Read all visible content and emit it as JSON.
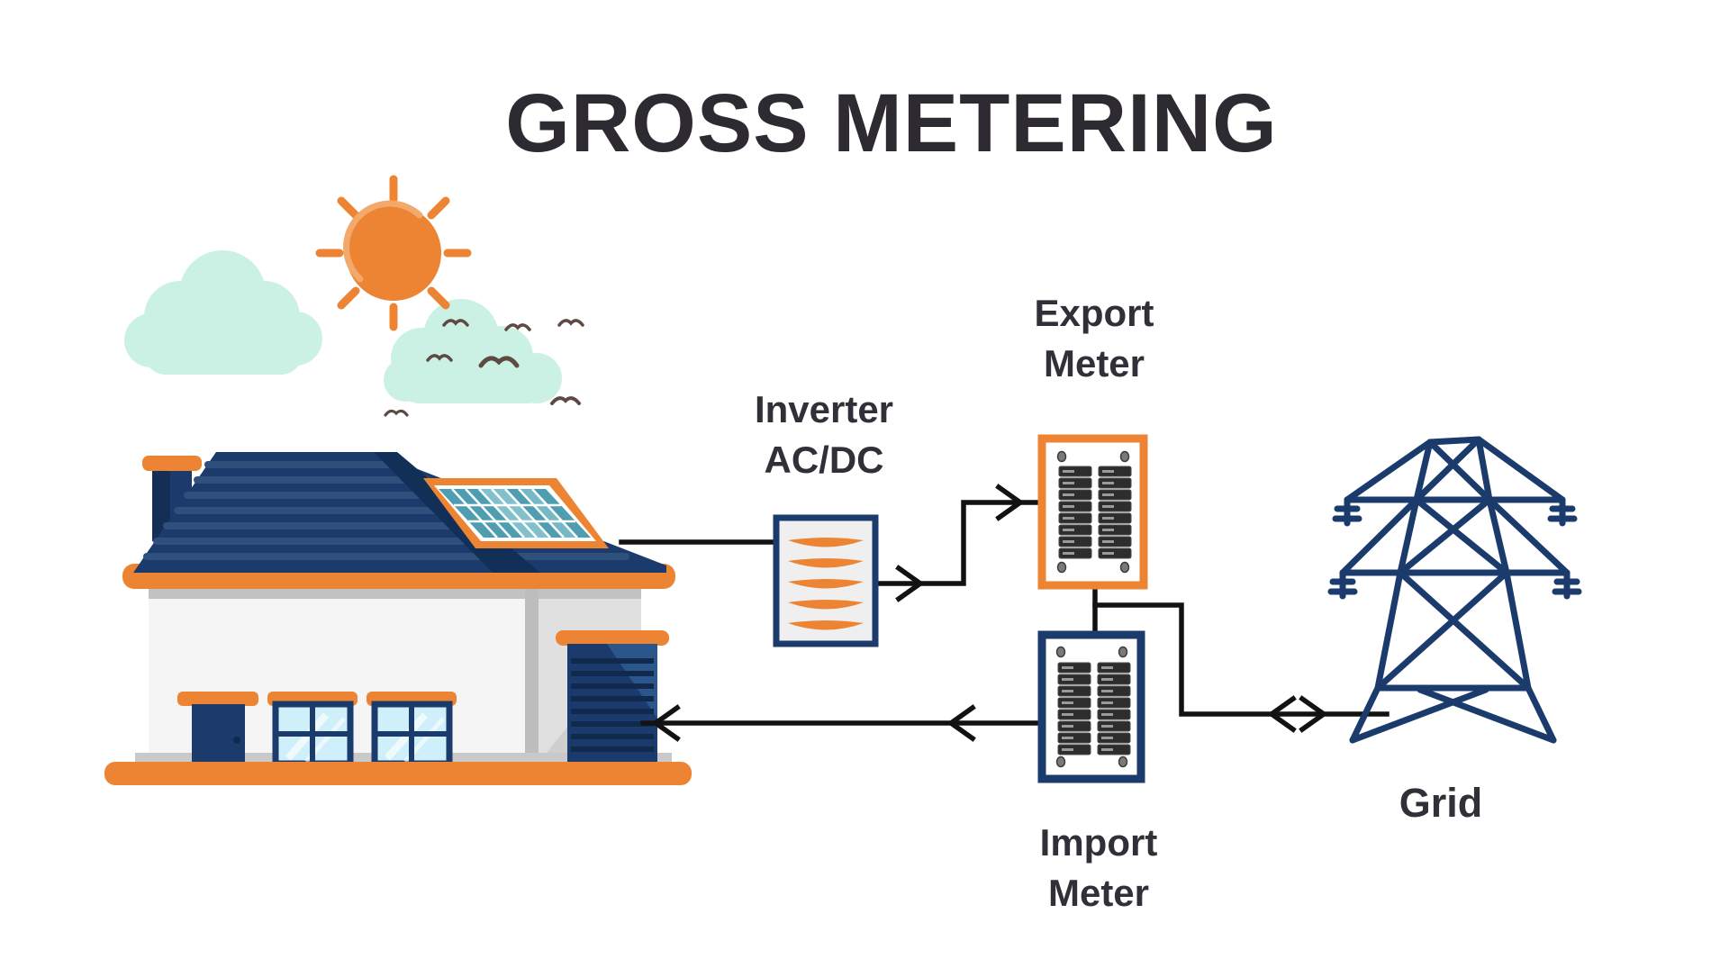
{
  "title": "GROSS METERING",
  "labels": {
    "inverter": [
      "Inverter",
      "AC/DC"
    ],
    "export_meter": [
      "Export",
      "Meter"
    ],
    "import_meter": [
      "Import",
      "Meter"
    ],
    "grid": "Grid"
  },
  "icons": {
    "sun": "sun-icon",
    "clouds": "cloud-icon",
    "birds": "bird-icon",
    "house": "house-with-solar-panel-icon",
    "inverter": "inverter-coil-icon",
    "export_meter": "breaker-panel-icon-orange",
    "import_meter": "breaker-panel-icon-blue",
    "grid_tower": "transmission-tower-icon",
    "arrows": "flow-arrow-icon"
  },
  "colors": {
    "accent_orange": "#ED8433",
    "navy": "#1A3B6B",
    "navy_dark": "#122F58",
    "roof_stripe": "#2F4F7D",
    "line_black": "#121212",
    "cloud_mint": "#CBF1E5",
    "panel_teal": "#4E9DB1",
    "panel_teal_light": "#8FCAD3",
    "glass_blue": "#CFEFFB",
    "bird_brown": "#5D4B43",
    "text_dark": "#2D2A32",
    "wall_light": "#F5F5F5",
    "wall_shade": "#C2C2C2",
    "module_dark": "#2D2D2D"
  }
}
